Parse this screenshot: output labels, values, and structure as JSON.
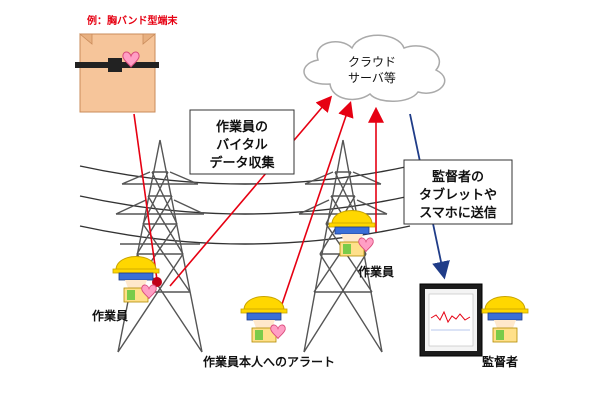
{
  "example_label": "例：胸バンド型端末",
  "cloud_label_line1": "クラウド",
  "cloud_label_line2": "サーバ等",
  "vital_box": {
    "line1": "作業員の",
    "line2": "バイタル",
    "line3": "データ収集"
  },
  "supervisor_box": {
    "line1": "監督者の",
    "line2": "タブレットや",
    "line3": "スマホに送信"
  },
  "worker_left_label": "作業員",
  "worker_right_label": "作業員",
  "alert_label": "作業員本人へのアラート",
  "supervisor_label": "監督者",
  "colors": {
    "upload_arrow": "#e60012",
    "send_arrow": "#1f3c88",
    "device_box": "#f6c59a",
    "helmet": "#ffd700",
    "heart": "#ff9ec4",
    "tower": "#555555"
  },
  "icons": [
    "heart-icon",
    "helmet-icon",
    "cloud-icon",
    "tablet-icon",
    "transmission-tower-icon"
  ]
}
